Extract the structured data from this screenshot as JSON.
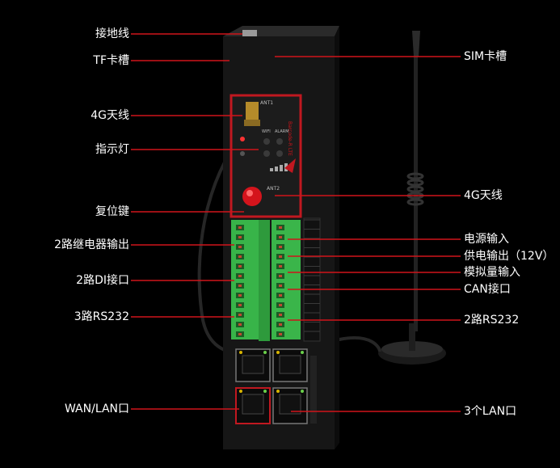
{
  "labels": {
    "left": [
      "接地线",
      "TF卡槽",
      "4G天线",
      "指示灯",
      "复位键",
      "2路继电器输出",
      "2路DI接口",
      "3路RS232",
      "WAN/LAN口"
    ],
    "right": [
      "SIM卡槽",
      "4G天线",
      "电源输入",
      "供电输出（12V）",
      "模拟量输入",
      "CAN接口",
      "2路RS232",
      "3个LAN口"
    ]
  },
  "device": {
    "panel_text_ant1": "ANT1",
    "panel_text_ant2": "ANT2",
    "panel_text_wifi": "WIFI",
    "panel_text_alarm": "ALARM",
    "panel_text_brand": "Barcode-R LTE"
  },
  "colors": {
    "background": "#000000",
    "leader_line": "#d0141a",
    "label_text": "#ffffff",
    "terminal_green": "#3ab54a",
    "device_body": "#161616",
    "panel_red": "#c01820"
  }
}
